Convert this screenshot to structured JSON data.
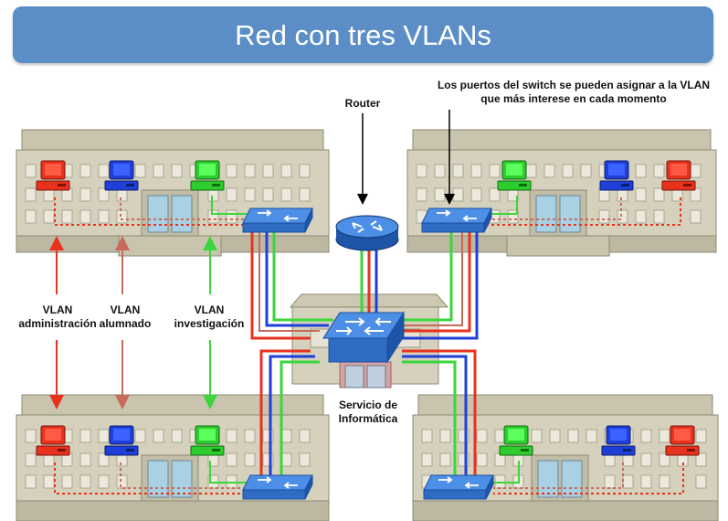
{
  "title": "Red con tres VLANs",
  "labels": {
    "router": "Router",
    "note_line1": "Los puertos del switch se pueden asignar a la VLAN",
    "note_line2": "que más interese en cada momento",
    "service_line1": "Servicio de",
    "service_line2": "Informática",
    "vlan_admin_line1": "VLAN",
    "vlan_admin_line2": "administración",
    "vlan_alumnado_line1": "VLAN",
    "vlan_alumnado_line2": "alumnado",
    "vlan_invest_line1": "VLAN",
    "vlan_invest_line2": "investigación"
  },
  "colors": {
    "vlan_admin": "#e8321e",
    "vlan_alumnado": "#c86a5a",
    "vlan_investigacion": "#3ad63a",
    "blue_link": "#1f3fd8",
    "switch": "#3a7ed8",
    "building": "#cfcab6",
    "title_bg": "#5b8ec6"
  }
}
